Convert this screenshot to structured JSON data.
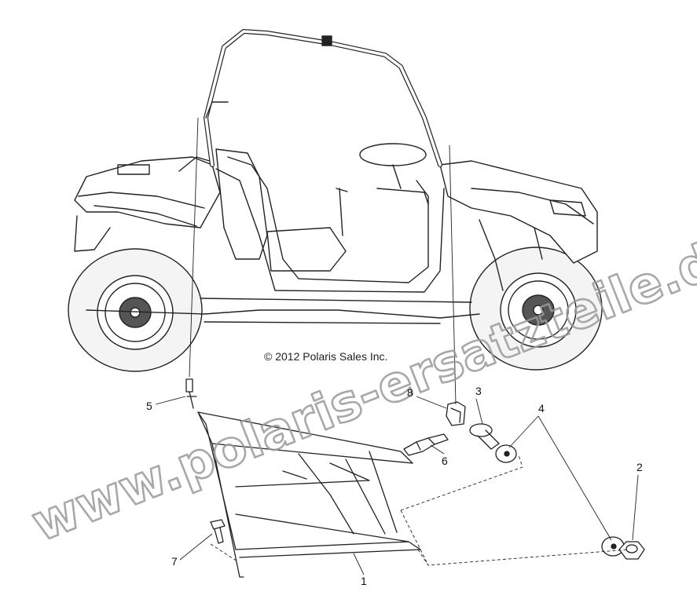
{
  "copyright": "© 2012 Polaris Sales Inc.",
  "watermark": "www.polaris-ersatzteile.de",
  "callouts": [
    {
      "id": "c1",
      "text": "1"
    },
    {
      "id": "c2",
      "text": "2"
    },
    {
      "id": "c3",
      "text": "3"
    },
    {
      "id": "c4",
      "text": "4"
    },
    {
      "id": "c5",
      "text": "5"
    },
    {
      "id": "c6",
      "text": "6"
    },
    {
      "id": "c7",
      "text": "7"
    },
    {
      "id": "c8",
      "text": "8"
    }
  ],
  "colors": {
    "line": "#222222",
    "tire": "#f2f2f2",
    "watermark": "#9a9a9a"
  }
}
